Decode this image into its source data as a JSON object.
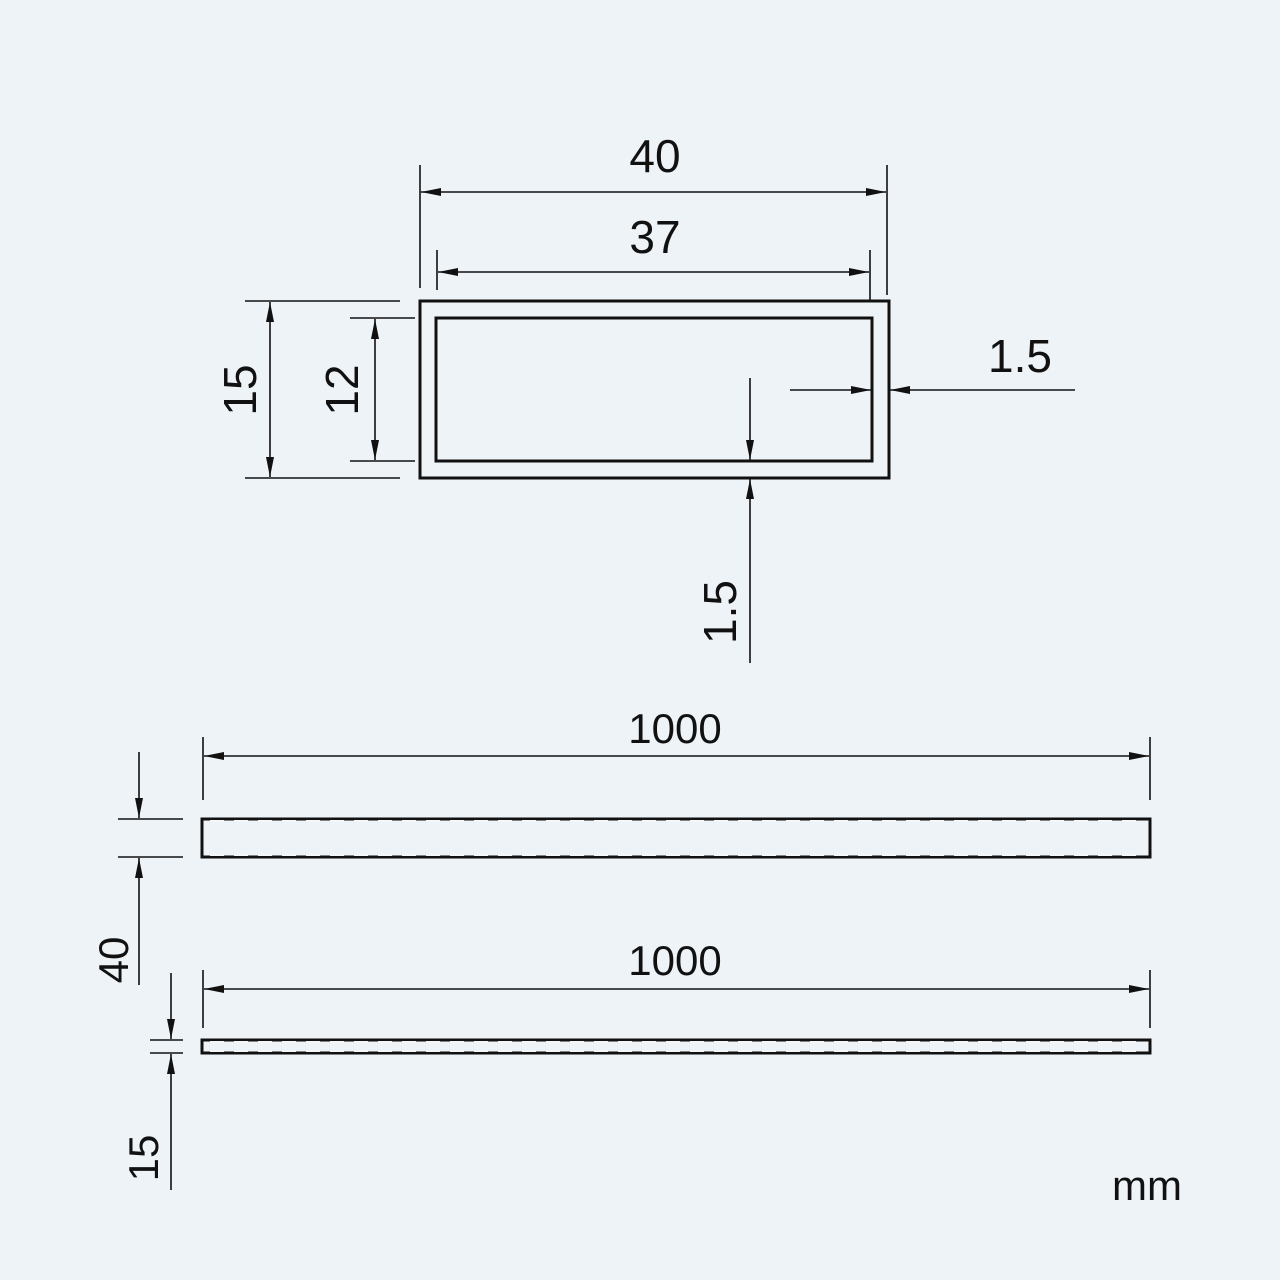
{
  "unit": "mm",
  "profile": {
    "outer_width": "40",
    "inner_width": "37",
    "outer_height": "15",
    "inner_height": "12",
    "side_wall": "1.5",
    "bottom_wall": "1.5"
  },
  "bar_top": {
    "length": "1000",
    "width": "40"
  },
  "bar_side": {
    "length": "1000",
    "height": "15"
  }
}
